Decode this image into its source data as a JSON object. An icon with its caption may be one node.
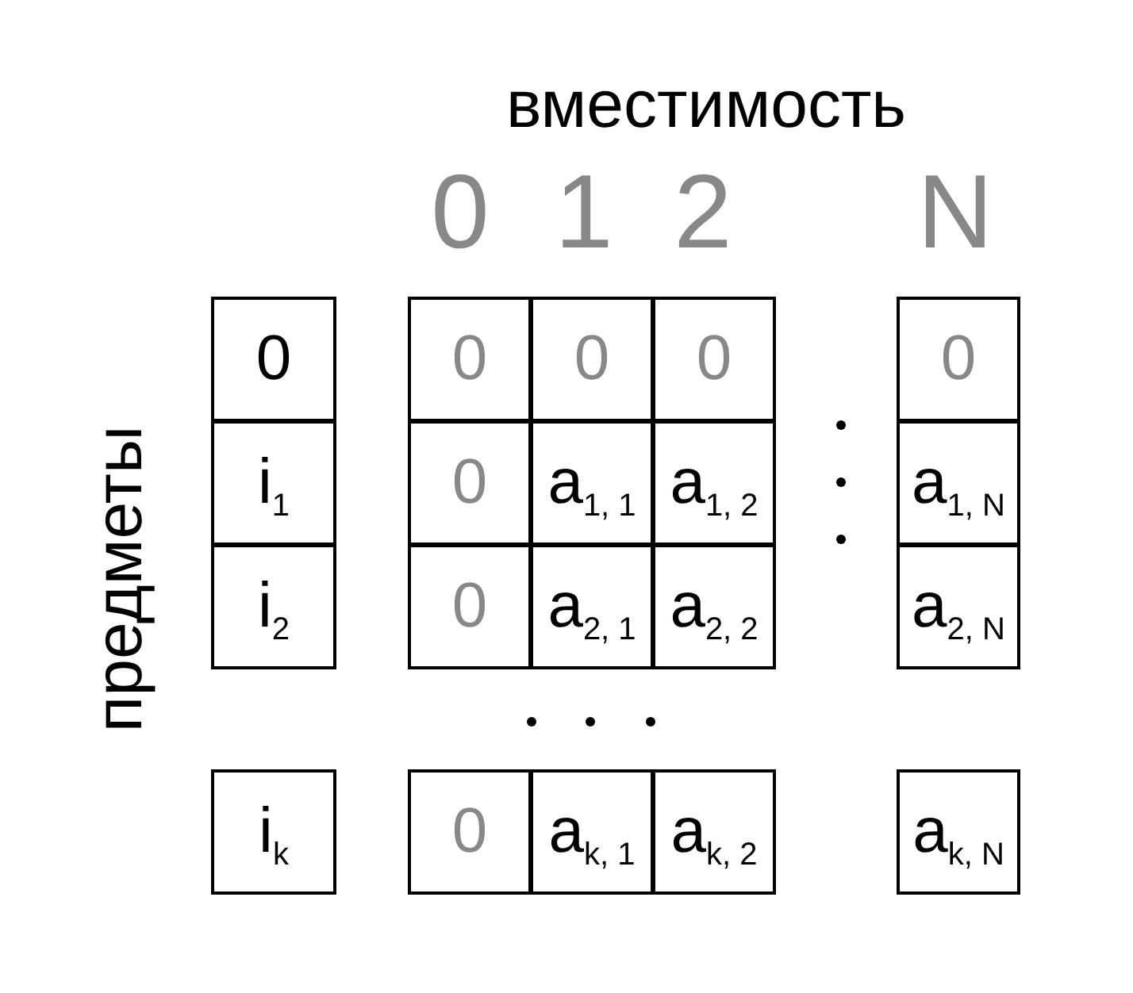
{
  "diagram": {
    "labels": [
      "вместимость",
      "0",
      "1",
      "2",
      "N",
      "предметы",
      "0",
      "0",
      "0",
      "0",
      "0",
      "i$_{1}$",
      "0",
      "a$_{1, 1}$",
      "a$_{1, 2}$",
      "a$_{1, N}$",
      "i$_{2}$",
      "0",
      "a$_{2, 1}$",
      "a$_{2, 2}$",
      "a$_{2, N}$",
      "i$_{k}$",
      "0",
      "a$_{k, 1}$",
      "a$_{k, 2}$",
      "a$_{k, N}$"
    ]
  }
}
